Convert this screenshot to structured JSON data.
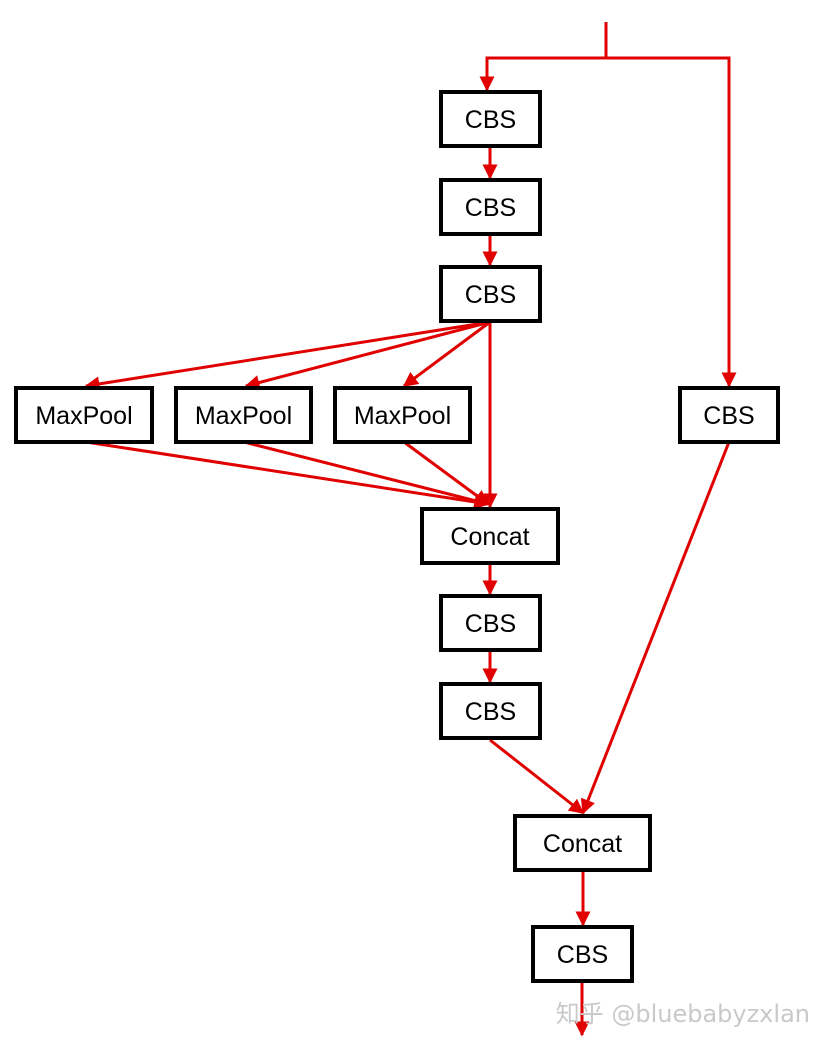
{
  "diagram": {
    "colors": {
      "edge": "#e00000",
      "box_stroke": "#000000",
      "box_fill": "#ffffff",
      "text": "#000000"
    },
    "nodes": {
      "cbs_1": "CBS",
      "cbs_2": "CBS",
      "cbs_3": "CBS",
      "maxpool_1": "MaxPool",
      "maxpool_2": "MaxPool",
      "maxpool_3": "MaxPool",
      "cbs_branch": "CBS",
      "concat_1": "Concat",
      "cbs_4": "CBS",
      "cbs_5": "CBS",
      "concat_2": "Concat",
      "cbs_out": "CBS"
    },
    "edges": [
      [
        "input",
        "cbs_1"
      ],
      [
        "input",
        "cbs_branch"
      ],
      [
        "cbs_1",
        "cbs_2"
      ],
      [
        "cbs_2",
        "cbs_3"
      ],
      [
        "cbs_3",
        "maxpool_1"
      ],
      [
        "cbs_3",
        "maxpool_2"
      ],
      [
        "cbs_3",
        "maxpool_3"
      ],
      [
        "cbs_3",
        "concat_1"
      ],
      [
        "maxpool_1",
        "concat_1"
      ],
      [
        "maxpool_2",
        "concat_1"
      ],
      [
        "maxpool_3",
        "concat_1"
      ],
      [
        "concat_1",
        "cbs_4"
      ],
      [
        "cbs_4",
        "cbs_5"
      ],
      [
        "cbs_5",
        "concat_2"
      ],
      [
        "cbs_branch",
        "concat_2"
      ],
      [
        "concat_2",
        "cbs_out"
      ],
      [
        "cbs_out",
        "output"
      ]
    ]
  },
  "watermark": "知乎 @bluebabyzxlan"
}
